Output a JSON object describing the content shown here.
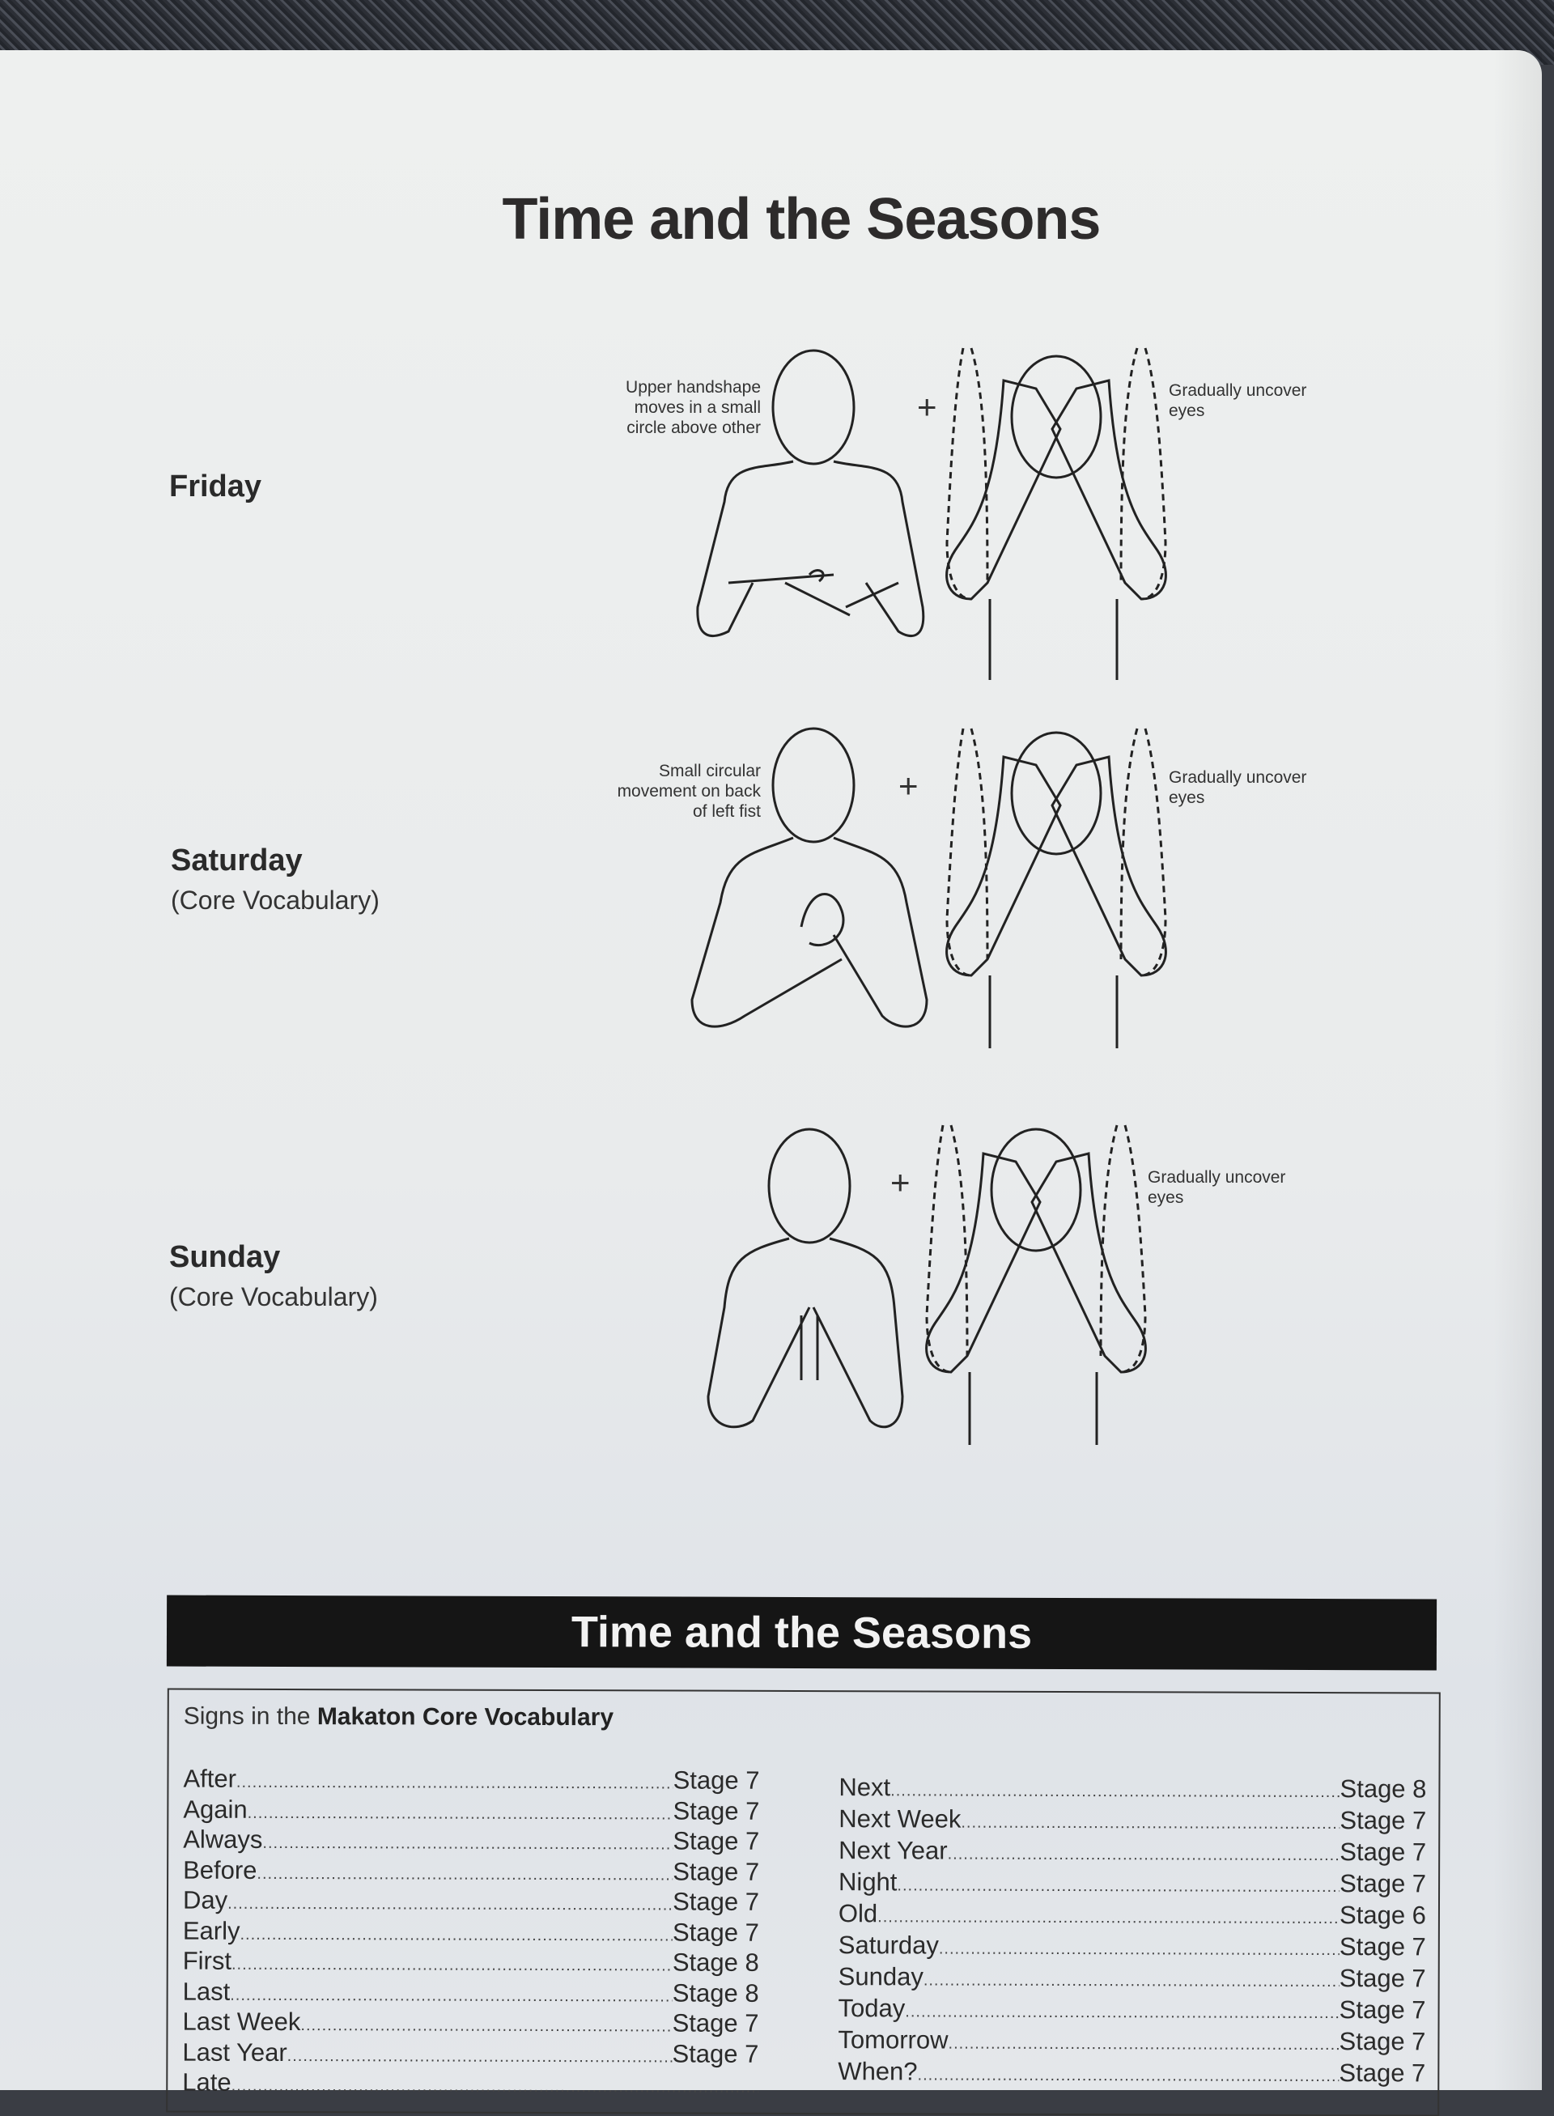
{
  "page_title": "Time and the Seasons",
  "signs": [
    {
      "label": "Friday",
      "sub": "",
      "note_left": [
        "Upper handshape",
        "moves in a small",
        "circle above other"
      ],
      "note_right": [
        "Gradually uncover",
        "eyes"
      ],
      "plus": "+"
    },
    {
      "label": "Saturday",
      "sub": "(Core Vocabulary)",
      "note_left": [
        "Small circular",
        "movement on back",
        "of left fist"
      ],
      "note_right": [
        "Gradually uncover",
        "eyes"
      ],
      "plus": "+"
    },
    {
      "label": "Sunday",
      "sub": "(Core Vocabulary)",
      "note_left": [],
      "note_right": [
        "Gradually uncover",
        "eyes"
      ],
      "plus": "+"
    }
  ],
  "section": {
    "banner": "Time and the Seasons",
    "box_heading_prefix": "Signs in the",
    "box_heading_bold": "Makaton Core Vocabulary",
    "left_column": [
      {
        "word": "After",
        "stage": "Stage 7"
      },
      {
        "word": "Again",
        "stage": "Stage 7"
      },
      {
        "word": "Always",
        "stage": "Stage 7"
      },
      {
        "word": "Before",
        "stage": "Stage 7"
      },
      {
        "word": "Day",
        "stage": "Stage 7"
      },
      {
        "word": "Early",
        "stage": "Stage 7"
      },
      {
        "word": "First",
        "stage": "Stage 8"
      },
      {
        "word": "Last",
        "stage": "Stage 8"
      },
      {
        "word": "Last Week",
        "stage": "Stage 7"
      },
      {
        "word": "Last Year",
        "stage": "Stage 7"
      },
      {
        "word": "Late",
        "stage": ""
      }
    ],
    "right_column": [
      {
        "word": "Next",
        "stage": "Stage 8"
      },
      {
        "word": "Next Week",
        "stage": "Stage 7"
      },
      {
        "word": "Next Year",
        "stage": "Stage 7"
      },
      {
        "word": "Night",
        "stage": "Stage 7"
      },
      {
        "word": "Old",
        "stage": "Stage 6"
      },
      {
        "word": "Saturday",
        "stage": "Stage 7"
      },
      {
        "word": "Sunday",
        "stage": "Stage 7"
      },
      {
        "word": "Today",
        "stage": "Stage 7"
      },
      {
        "word": "Tomorrow",
        "stage": "Stage 7"
      },
      {
        "word": "When?",
        "stage": "Stage 7"
      }
    ]
  }
}
